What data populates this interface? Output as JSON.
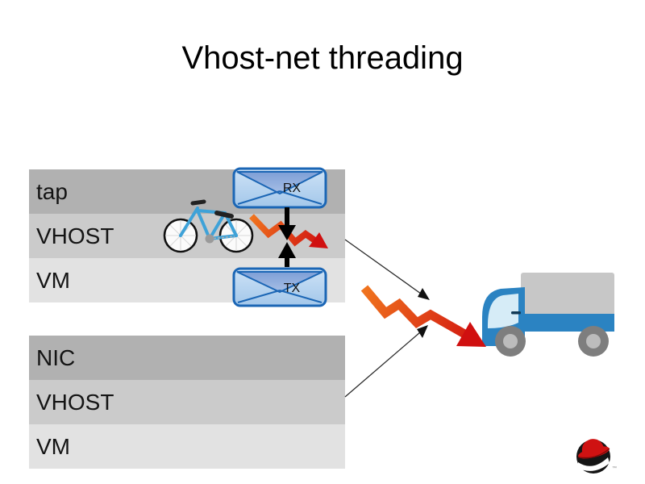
{
  "slide": {
    "title": "Vhost-net threading"
  },
  "stacks": {
    "top": {
      "rows": [
        {
          "label": "tap"
        },
        {
          "label": "VHOST"
        },
        {
          "label": "VM"
        }
      ]
    },
    "bottom": {
      "rows": [
        {
          "label": "NIC"
        },
        {
          "label": "VHOST"
        },
        {
          "label": "VM"
        }
      ]
    }
  },
  "envelopes": {
    "rx_label": "RX",
    "tx_label": "TX"
  },
  "logo": {
    "trademark": "™"
  },
  "icons": {
    "rx_envelope": "envelope-icon",
    "tx_envelope": "envelope-icon",
    "bicycle": "bicycle-icon",
    "truck": "truck-icon",
    "small_bolt": "lightning-arrow-icon",
    "large_bolt": "lightning-arrow-icon",
    "redhat": "redhat-shadowman-logo"
  },
  "colors": {
    "row_dark": "#b1b1b1",
    "row_mid": "#cbcbcb",
    "row_light": "#e2e2e2",
    "envelope_border": "#1b66b5",
    "envelope_body": "#b5d4ee",
    "envelope_flap": "#87a7d9",
    "bolt_orange": "#f0741e",
    "bolt_red": "#d01010",
    "truck_blue": "#2b83c2",
    "truck_gray": "#c7c7c7",
    "wheel_gray": "#7e7e7e",
    "windshield_blue": "#d6ecf7",
    "bike_blue": "#3ea2d8",
    "redhat_red": "#cf1212",
    "arrow_black": "#000000"
  }
}
